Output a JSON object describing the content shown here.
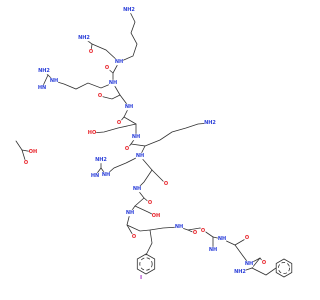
{
  "image_type": "chemical structure",
  "colors": {
    "carbon_bond": "#303030",
    "nitrogen": "#2b3fd9",
    "oxygen": "#e8232a",
    "iodine": "#9b1fbf",
    "background": "#ffffff"
  },
  "labels": [
    {
      "id": "lys-nh2",
      "text": "NH2",
      "element": "N"
    },
    {
      "id": "c-amide-nh2",
      "text": "NH2",
      "element": "N"
    },
    {
      "id": "c-amide-o",
      "text": "O",
      "element": "O"
    },
    {
      "id": "nh-1",
      "text": "NH",
      "element": "N"
    },
    {
      "id": "o-1",
      "text": "O",
      "element": "O"
    },
    {
      "id": "guan1-nh2",
      "text": "NH2",
      "element": "N"
    },
    {
      "id": "guan1-nh",
      "text": "NH",
      "element": "N"
    },
    {
      "id": "guan1-hn",
      "text": "HN",
      "element": "N"
    },
    {
      "id": "nh-2",
      "text": "NH",
      "element": "N"
    },
    {
      "id": "o-2",
      "text": "O",
      "element": "O"
    },
    {
      "id": "nh-3",
      "text": "NH",
      "element": "N"
    },
    {
      "id": "o-3",
      "text": "O",
      "element": "O"
    },
    {
      "id": "ser-ho",
      "text": "HO",
      "element": "O"
    },
    {
      "id": "nh-4",
      "text": "NH",
      "element": "N"
    },
    {
      "id": "o-4",
      "text": "O",
      "element": "O"
    },
    {
      "id": "lys2-nh2",
      "text": "NH2",
      "element": "N"
    },
    {
      "id": "nh-5",
      "text": "NH",
      "element": "N"
    },
    {
      "id": "guan2-nh2",
      "text": "NH2",
      "element": "N"
    },
    {
      "id": "guan2-nh",
      "text": "NH",
      "element": "N"
    },
    {
      "id": "guan2-hn",
      "text": "HN",
      "element": "N"
    },
    {
      "id": "o-5",
      "text": "O",
      "element": "O"
    },
    {
      "id": "nh-6",
      "text": "NH",
      "element": "N"
    },
    {
      "id": "o-6",
      "text": "O",
      "element": "O"
    },
    {
      "id": "nh-7",
      "text": "NH",
      "element": "N"
    },
    {
      "id": "thr-oh",
      "text": "OH",
      "element": "O"
    },
    {
      "id": "o-7",
      "text": "O",
      "element": "O"
    },
    {
      "id": "nh-8",
      "text": "NH",
      "element": "N"
    },
    {
      "id": "o-8",
      "text": "O",
      "element": "O"
    },
    {
      "id": "o-9",
      "text": "O",
      "element": "O"
    },
    {
      "id": "nh-9",
      "text": "NH",
      "element": "N"
    },
    {
      "id": "nh-10",
      "text": "NH",
      "element": "N"
    },
    {
      "id": "o-10",
      "text": "O",
      "element": "O"
    },
    {
      "id": "nh-11",
      "text": "NH",
      "element": "N"
    },
    {
      "id": "o-11",
      "text": "O",
      "element": "O"
    },
    {
      "id": "phe-nh2",
      "text": "NH2",
      "element": "N"
    },
    {
      "id": "iodo",
      "text": "I",
      "element": "I"
    },
    {
      "id": "acetic-oh",
      "text": "OH",
      "element": "O"
    },
    {
      "id": "acetic-o",
      "text": "O",
      "element": "O"
    }
  ]
}
